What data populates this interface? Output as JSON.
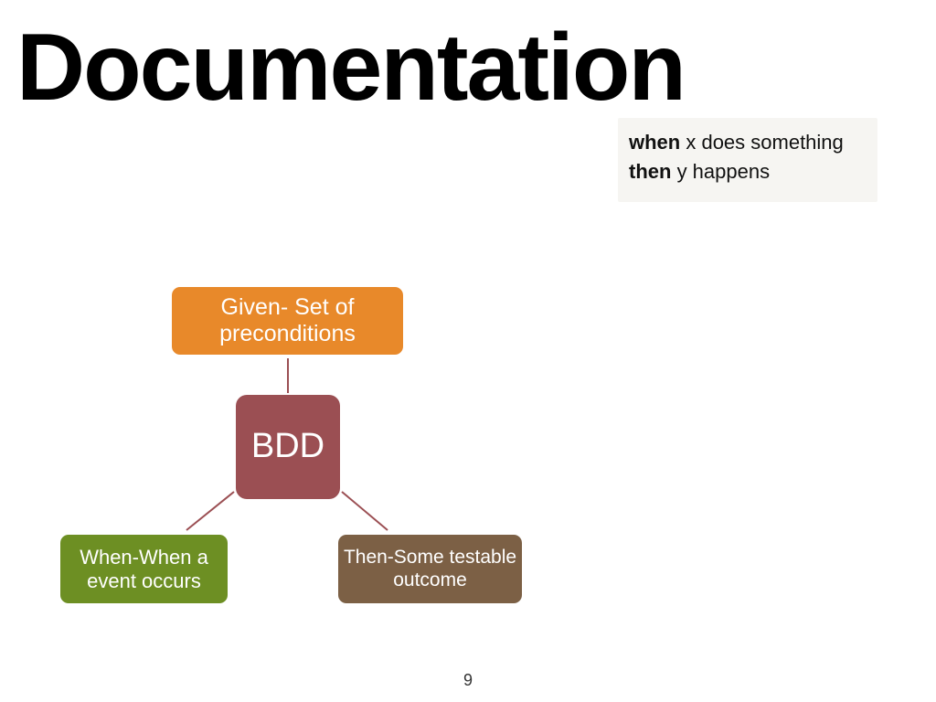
{
  "slide": {
    "title": "Documentation",
    "page_number": "9"
  },
  "snippet": {
    "line1_keyword": "when",
    "line1_rest": " x does something",
    "line2_keyword": "then",
    "line2_rest": " y happens"
  },
  "diagram": {
    "center": "BDD",
    "given": "Given- Set of preconditions",
    "when": "When-When a event occurs",
    "then": "Then-Some testable outcome"
  },
  "colors": {
    "given": "#e8892a",
    "center": "#9b4f53",
    "when": "#6d8f23",
    "then": "#7c6045",
    "connector": "#9b4f53"
  }
}
